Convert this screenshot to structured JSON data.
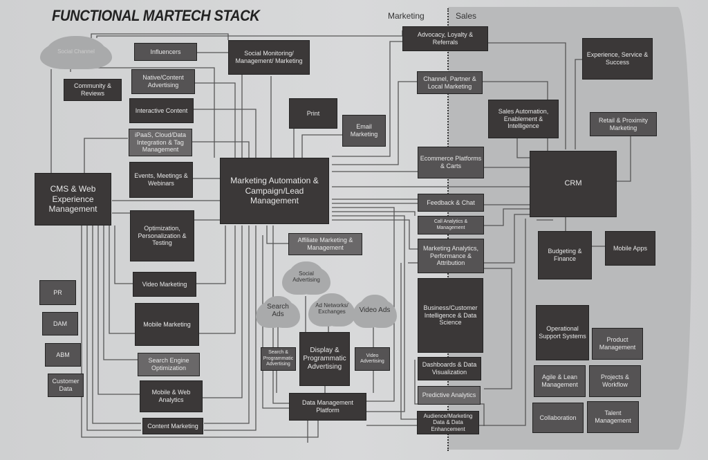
{
  "title": "FUNCTIONAL MARTECH STACK",
  "sections": {
    "marketing": "Marketing",
    "sales": "Sales"
  },
  "clouds": {
    "social_channel": "Social Channel",
    "social_advertising": "Social Advertising",
    "search_ads": "Search Ads",
    "ad_networks": "Ad Networks/ Exchanges",
    "video_ads": "Video Ads"
  },
  "boxes": {
    "influencers": "Influencers",
    "social_monitoring": "Social Monitoring/ Management/ Marketing",
    "community_reviews": "Community & Reviews",
    "native_content": "Native/Content Advertising",
    "interactive_content": "Interactive Content",
    "ipaas": "iPaaS, Cloud/Data Integration & Tag Management",
    "events": "Events, Meetings & Webinars",
    "cms": "CMS & Web Experience Management",
    "optimization": "Optimization, Personalization & Testing",
    "video_marketing": "Video Marketing",
    "mobile_marketing": "Mobile Marketing",
    "seo": "Search Engine Optimization",
    "mobile_web_analytics": "Mobile & Web Analytics",
    "content_marketing": "Content Marketing",
    "pr": "PR",
    "dam": "DAM",
    "abm": "ABM",
    "customer_data": "Customer Data",
    "print": "Print",
    "email_marketing": "Email Marketing",
    "marketing_automation": "Marketing Automation & Campaign/Lead Management",
    "affiliate": "Affiliate Marketing & Management",
    "search_programmatic": "Search & Programmatic Advertising",
    "display_programmatic": "Display & Programmatic Advertising",
    "video_advertising": "Video Advertising",
    "dmp": "Data Management Platform",
    "advocacy": "Advocacy, Loyalty & Referrals",
    "channel_partner": "Channel, Partner & Local Marketing",
    "ecommerce": "Ecommerce Platforms & Carts",
    "feedback_chat": "Feedback & Chat",
    "call_analytics": "Call Analytics & Management",
    "marketing_analytics": "Marketing Analytics, Performance & Attribution",
    "bi": "Business/Customer Intelligence & Data Science",
    "dashboards": "Dashboards & Data Visualization",
    "predictive": "Predictive Analytics",
    "audience_data": "Audience/Marketing Data & Data Enhancement",
    "experience_service": "Experience, Service & Success",
    "sales_automation": "Sales Automation, Enablement & Intelligence",
    "retail_proximity": "Retail & Proximity Marketing",
    "crm": "CRM",
    "budgeting": "Budgeting & Finance",
    "mobile_apps": "Mobile Apps",
    "ops_support": "Operational Support Systems",
    "product_mgmt": "Product Management",
    "agile_lean": "Agile & Lean Management",
    "projects_workflow": "Projects & Workflow",
    "collaboration": "Collaboration",
    "talent_mgmt": "Talent Management"
  }
}
